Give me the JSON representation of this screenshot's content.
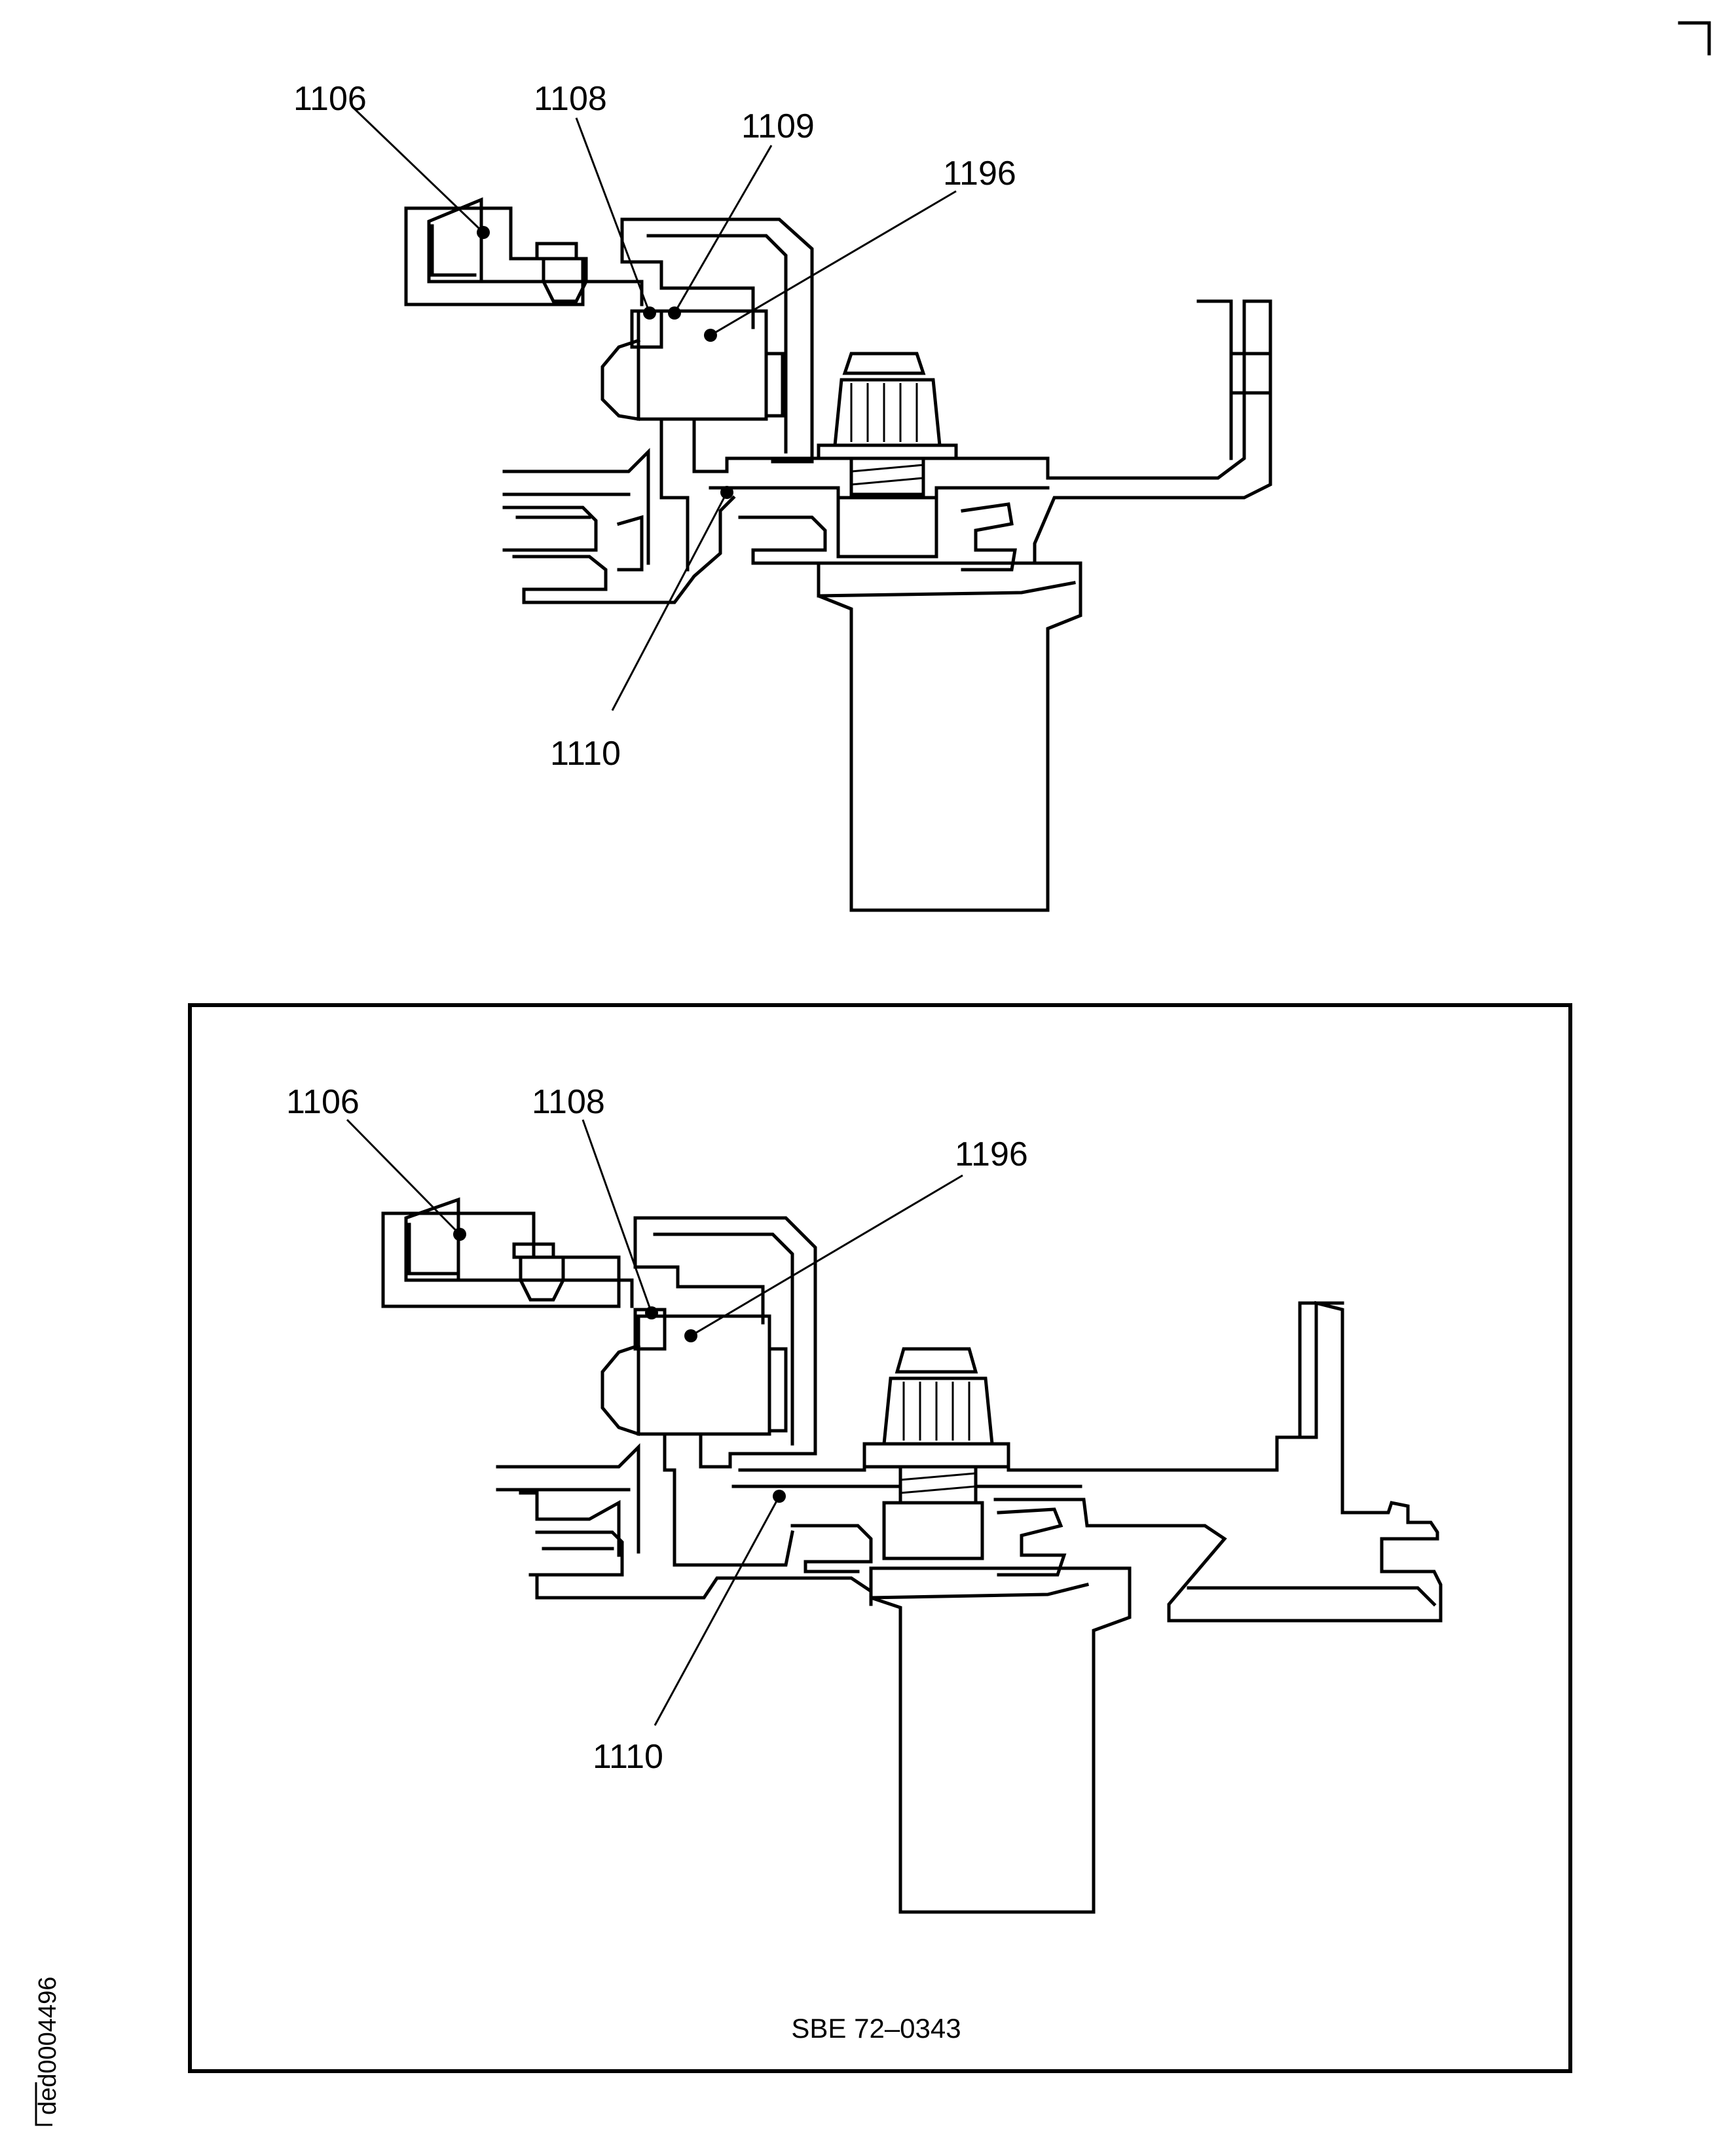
{
  "views": {
    "top": {
      "callouts": [
        "1106",
        "1108",
        "1109",
        "1196",
        "1110"
      ]
    },
    "bottom": {
      "callouts": [
        "1106",
        "1108",
        "1196",
        "1110"
      ],
      "caption": "SBE 72–0343"
    }
  },
  "figure_id": "ded0004496"
}
